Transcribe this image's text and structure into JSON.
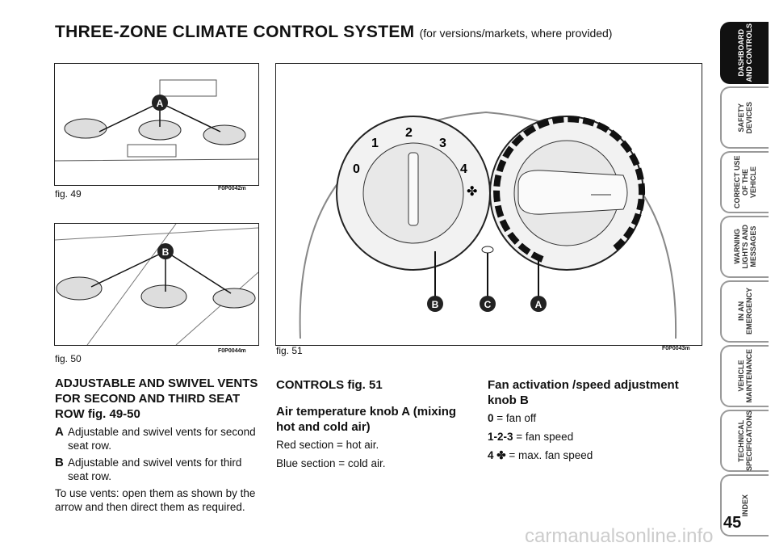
{
  "title": "THREE-ZONE CLIMATE CONTROL SYSTEM",
  "subtitle": "(for versions/markets, where provided)",
  "figures": [
    {
      "label": "fig. 49",
      "code": "F0P0042m",
      "callouts": [
        "A"
      ]
    },
    {
      "label": "fig. 50",
      "code": "F0P0044m",
      "callouts": [
        "B"
      ]
    },
    {
      "label": "fig. 51",
      "code": "F0P0043m",
      "callouts": [
        "B",
        "C",
        "A"
      ],
      "dial_numbers": [
        "0",
        "1",
        "2",
        "3",
        "4"
      ]
    }
  ],
  "left": {
    "heading": "ADJUSTABLE AND SWIVEL VENTS FOR SECOND AND THIRD SEAT ROW fig. 49-50",
    "items": [
      {
        "key": "A",
        "text": "Adjustable and swivel vents for second seat row."
      },
      {
        "key": "B",
        "text": "Adjustable and swivel vents for third seat row."
      }
    ],
    "note": "To use vents: open them as shown by the arrow and then direct them as required."
  },
  "middle": {
    "heading": "CONTROLS fig. 51",
    "subheading": "Air temperature knob A (mixing hot and cold air)",
    "lines": [
      "Red section = hot air.",
      "Blue section = cold air."
    ]
  },
  "right": {
    "heading": "Fan activation /speed adjustment knob B",
    "lines": [
      {
        "key": "0",
        "text": " = fan off"
      },
      {
        "key": "1-2-3",
        "text": " = fan speed"
      },
      {
        "key": "4 ✤",
        "text": " = max. fan speed"
      }
    ]
  },
  "tabs": [
    "DASHBOARD\nAND CONTROLS",
    "SAFETY\nDEVICES",
    "CORRECT USE\nOF THE VEHICLE",
    "WARNING\nLIGHTS AND\nMESSAGES",
    "IN AN\nEMERGENCY",
    "VEHICLE\nMAINTENANCE",
    "TECHNICAL\nSPECIFICATIONS",
    "INDEX"
  ],
  "page_number": "45",
  "watermark": "carmanualsonline.info"
}
